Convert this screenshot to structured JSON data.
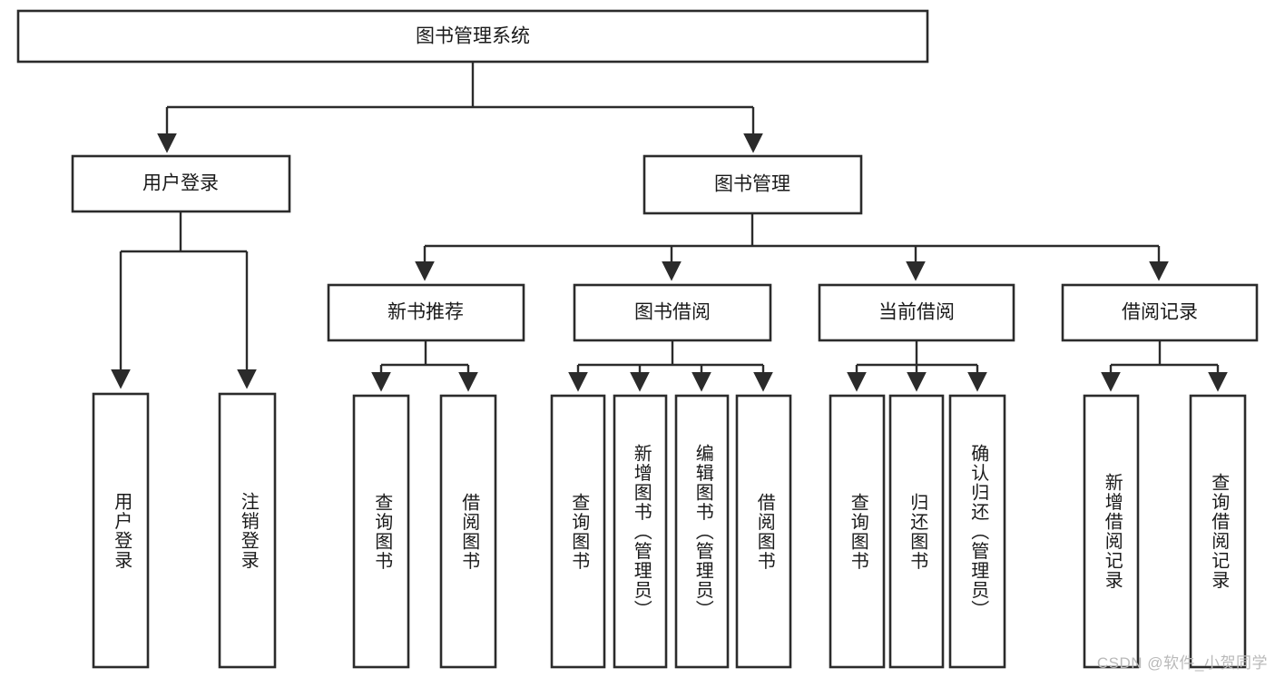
{
  "diagram": {
    "type": "tree-hierarchy",
    "title": "图书管理系统",
    "watermark": "CSDN @软件_小贺同学",
    "colors": {
      "box_fill": "#ffffff",
      "box_stroke": "#2b2b2b",
      "text": "#1a1a1a",
      "watermark": "#b9b9b9",
      "background": "#ffffff"
    },
    "root": {
      "label": "图书管理系统"
    },
    "level2": [
      {
        "label": "用户登录"
      },
      {
        "label": "图书管理"
      }
    ],
    "level3": [
      {
        "label": "新书推荐"
      },
      {
        "label": "图书借阅"
      },
      {
        "label": "当前借阅"
      },
      {
        "label": "借阅记录"
      }
    ],
    "leaves": {
      "user_login": [
        {
          "label": "用户登录"
        },
        {
          "label": "注销登录"
        }
      ],
      "new_book_recommend": [
        {
          "label": "查询图书"
        },
        {
          "label": "借阅图书"
        }
      ],
      "book_borrow": [
        {
          "label": "查询图书"
        },
        {
          "label": "新增图书（管理员）"
        },
        {
          "label": "编辑图书（管理员）"
        },
        {
          "label": "借阅图书"
        }
      ],
      "current_borrow": [
        {
          "label": "查询图书"
        },
        {
          "label": "归还图书"
        },
        {
          "label": "确认归还（管理员）"
        }
      ],
      "borrow_records": [
        {
          "label": "新增借阅记录"
        },
        {
          "label": "查询借阅记录"
        }
      ]
    }
  }
}
